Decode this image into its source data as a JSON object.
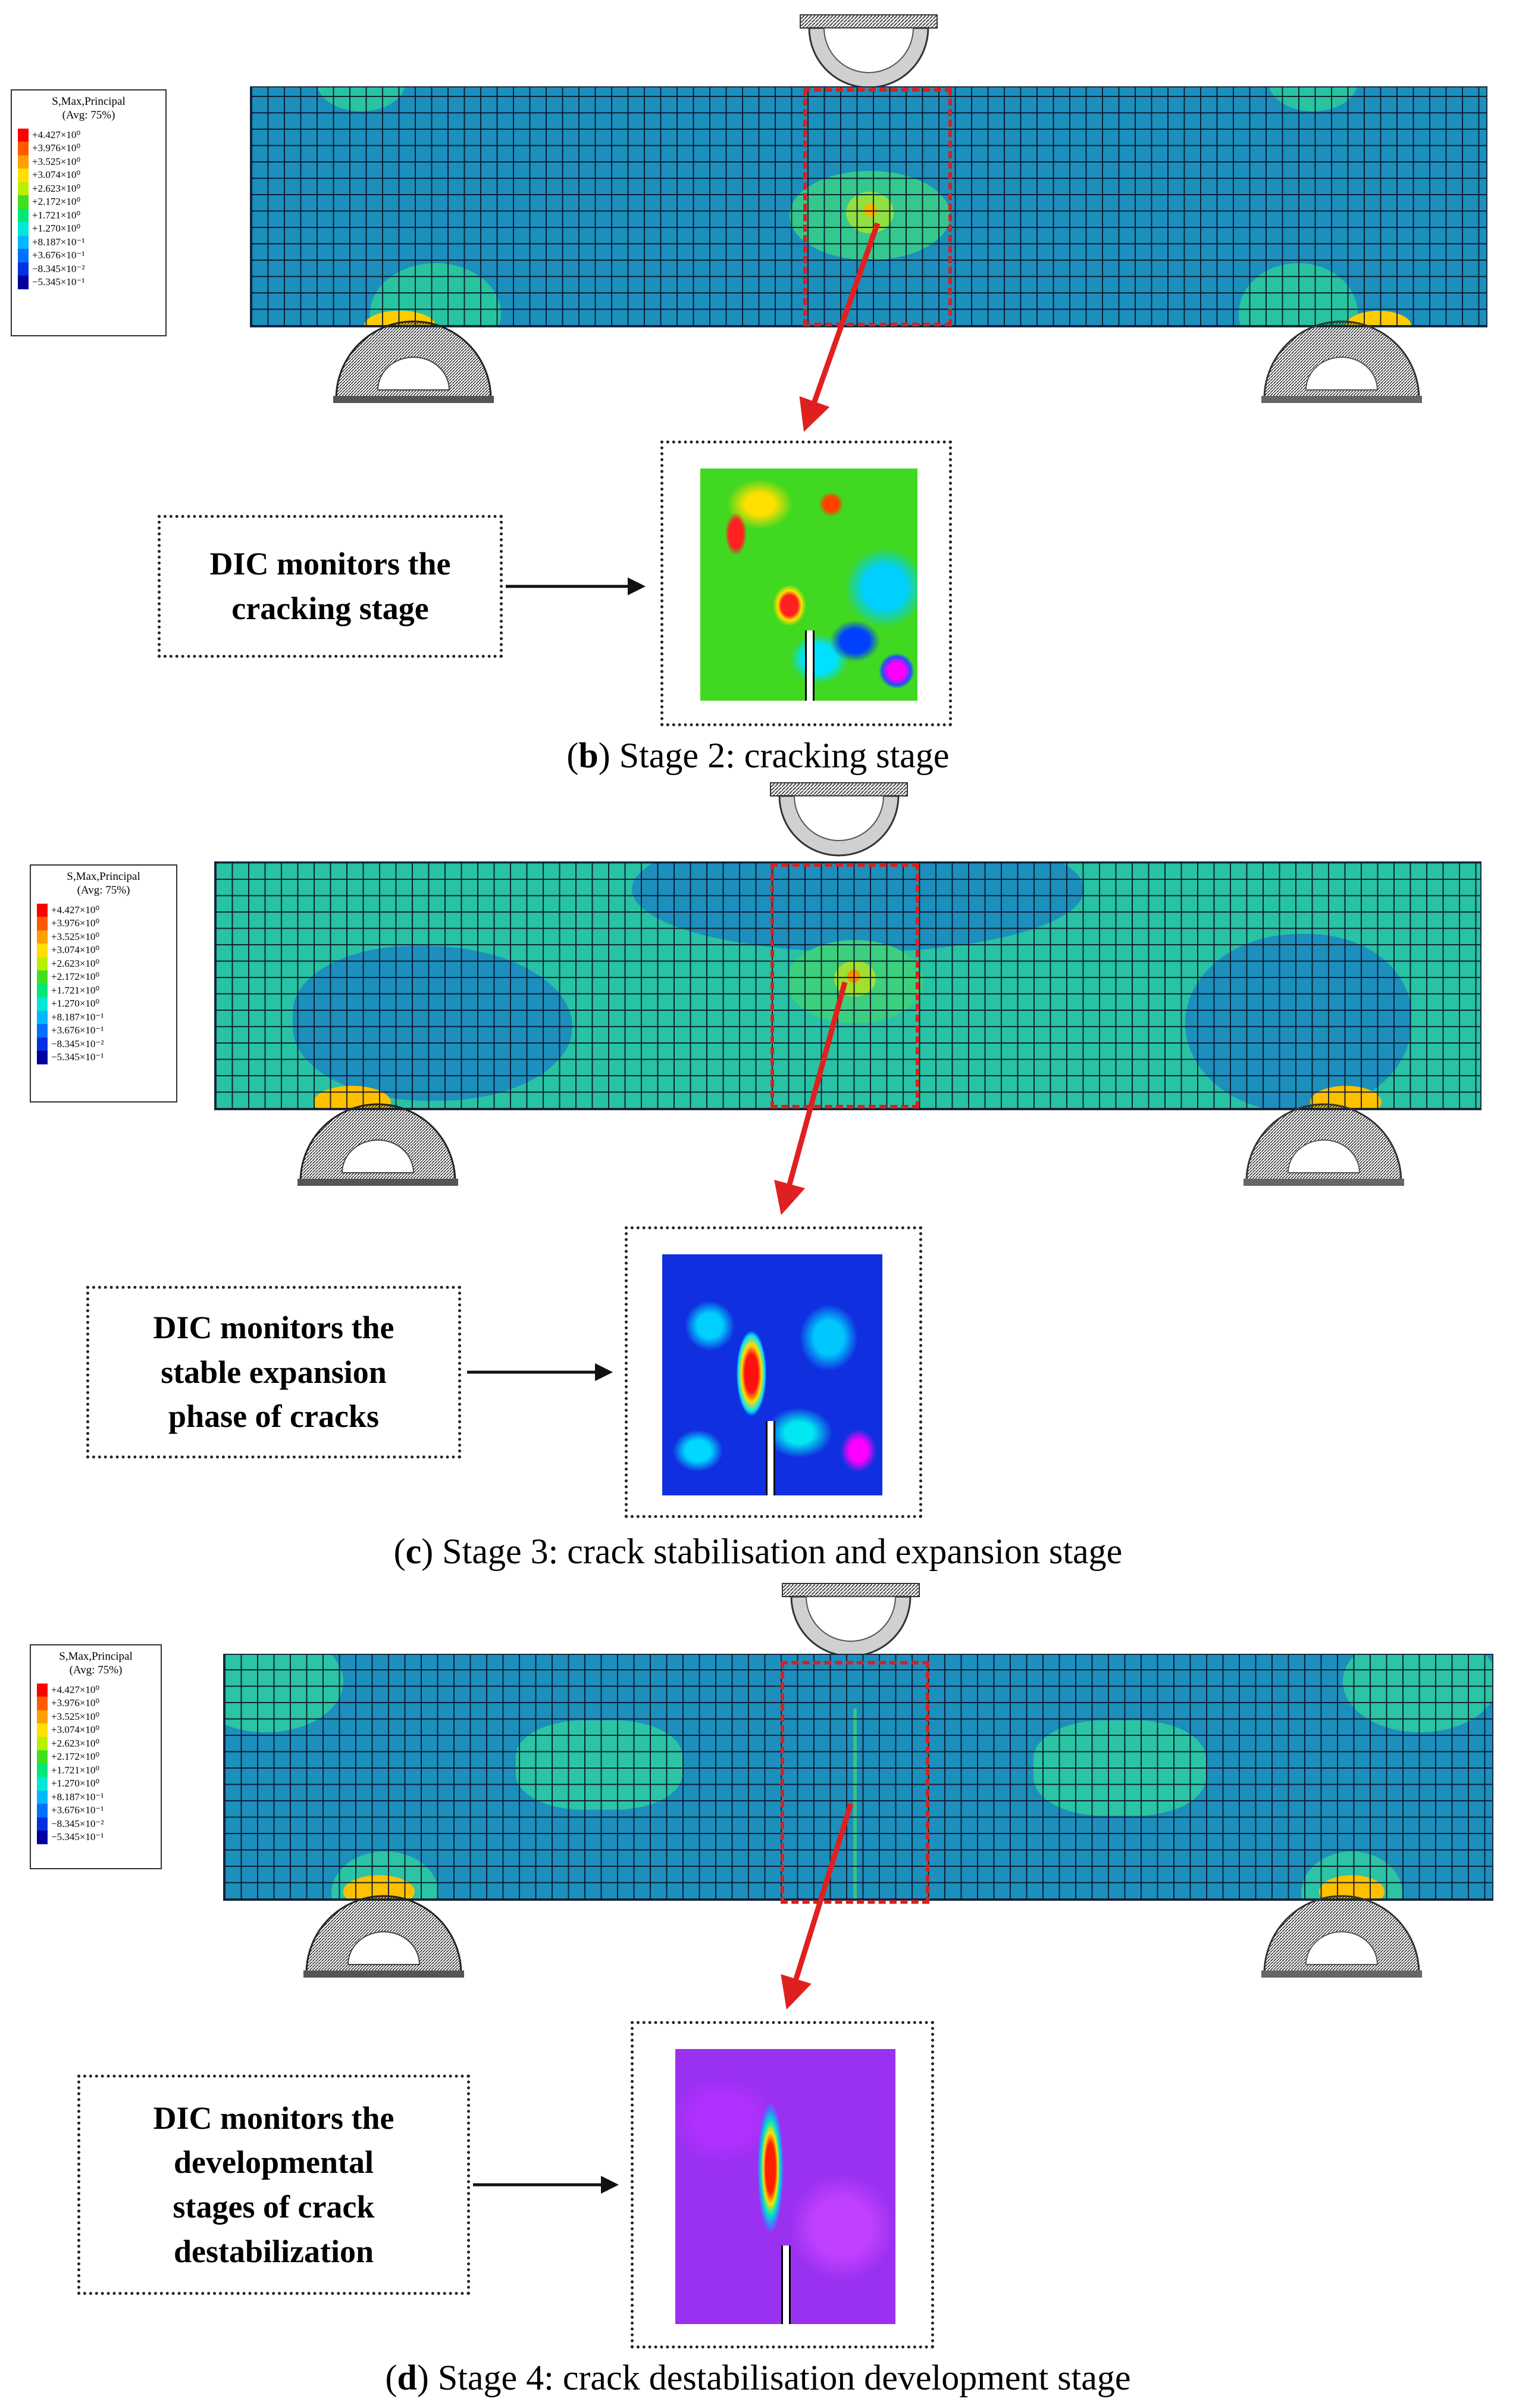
{
  "legend": {
    "title": "S,Max,Principal",
    "avg": "(Avg: 75%)",
    "entries": [
      {
        "label": "+4.427×10⁰",
        "color": "#ff0000"
      },
      {
        "label": "+3.976×10⁰",
        "color": "#ff5a00"
      },
      {
        "label": "+3.525×10⁰",
        "color": "#ffa000"
      },
      {
        "label": "+3.074×10⁰",
        "color": "#ffe000"
      },
      {
        "label": "+2.623×10⁰",
        "color": "#b8f000"
      },
      {
        "label": "+2.172×10⁰",
        "color": "#40e020"
      },
      {
        "label": "+1.721×10⁰",
        "color": "#00e878"
      },
      {
        "label": "+1.270×10⁰",
        "color": "#00e8d8"
      },
      {
        "label": "+8.187×10⁻¹",
        "color": "#00b8ff"
      },
      {
        "label": "+3.676×10⁻¹",
        "color": "#0070ff"
      },
      {
        "label": "−8.345×10⁻²",
        "color": "#0030e0"
      },
      {
        "label": "−5.345×10⁻¹",
        "color": "#0000a0"
      }
    ]
  },
  "stages": [
    {
      "id": "b",
      "caption_letter": "b",
      "caption_text": "Stage 2: cracking stage",
      "callout": "DIC monitors the cracking stage",
      "callout_lines": [
        "DIC monitors the",
        "cracking stage"
      ]
    },
    {
      "id": "c",
      "caption_letter": "c",
      "caption_text": "Stage 3: crack stabilisation and expansion stage",
      "callout_lines": [
        "DIC monitors the",
        "stable expansion",
        "phase of cracks"
      ]
    },
    {
      "id": "d",
      "caption_letter": "d",
      "caption_text": "Stage 4: crack destabilisation development stage",
      "callout_lines": [
        "DIC monitors the",
        "developmental",
        "stages of crack",
        "destabilization"
      ]
    }
  ],
  "colors": {
    "beam_base": "#1a8fb8",
    "beam_light": "#2bc4a8",
    "highlight_box": "#d8201e",
    "arrow_red": "#e02020"
  }
}
